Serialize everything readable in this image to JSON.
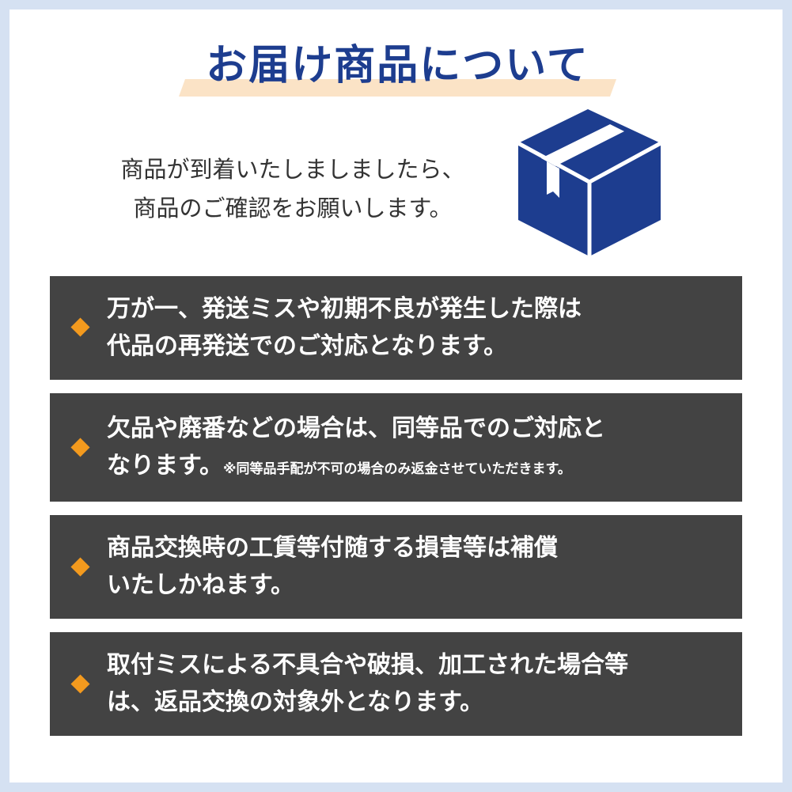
{
  "header": {
    "title": "お届け商品について"
  },
  "intro": {
    "line1": "商品が到着いたしましましたら、",
    "line2": "商品のご確認をお願いします。"
  },
  "icons": {
    "box": "package-box-icon",
    "bullet": "orange-diamond-icon"
  },
  "colors": {
    "background": "#d5e1f2",
    "title": "#1d3d8f",
    "title_highlight": "#fbe3c6",
    "box_icon": "#1d3d8f",
    "notice_bg": "#434343",
    "bullet": "#f39a1e"
  },
  "notices": [
    {
      "line1": "万が一、発送ミスや初期不良が発生した際は",
      "line2": "代品の再発送でのご対応となります。"
    },
    {
      "line1": "欠品や廃番などの場合は、同等品でのご対応と",
      "line2": "なります。",
      "note": "※同等品手配が不可の場合のみ返金させていただきます。"
    },
    {
      "line1": "商品交換時の工賃等付随する損害等は補償",
      "line2": "いたしかねます。"
    },
    {
      "line1": "取付ミスによる不具合や破損、加工された場合等",
      "line2": "は、返品交換の対象外となります。"
    }
  ]
}
